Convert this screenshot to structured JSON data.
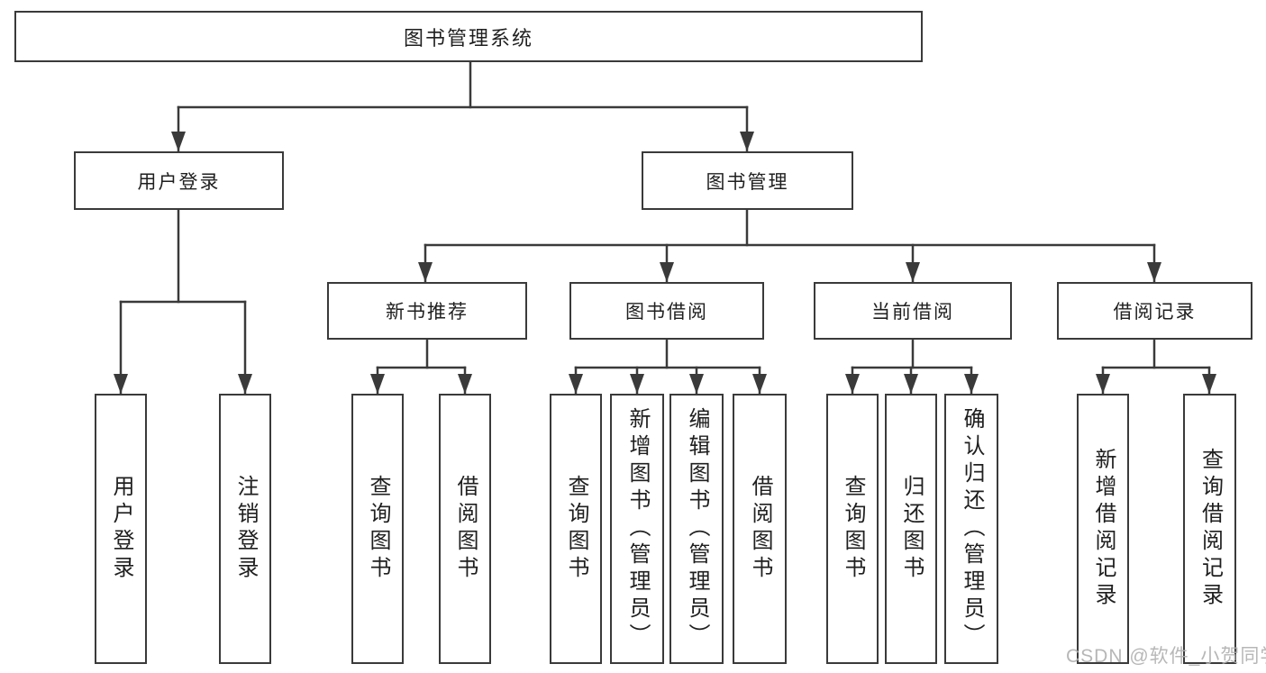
{
  "tree": {
    "root": "图书管理系统",
    "branches": [
      {
        "label": "用户登录"
      },
      {
        "label": "图书管理"
      }
    ],
    "categories": [
      {
        "label": "新书推荐"
      },
      {
        "label": "图书借阅"
      },
      {
        "label": "当前借阅"
      },
      {
        "label": "借阅记录"
      }
    ],
    "leaves": {
      "login": [
        "用户登录",
        "注销登录"
      ],
      "recommend": [
        "查询图书",
        "借阅图书"
      ],
      "borrow": [
        "查询图书",
        "新增图书（管理员）",
        "编辑图书（管理员）",
        "借阅图书"
      ],
      "current": [
        "查询图书",
        "归还图书",
        "确认归还（管理员）"
      ],
      "records": [
        "新增借阅记录",
        "查询借阅记录"
      ]
    }
  },
  "watermark": {
    "text": "CSDN @软件_小贺同学",
    "color": "#b0b0b0"
  },
  "colors": {
    "line": "#3a3a3a",
    "node_border": "#3a3a3a",
    "text": "#1f1f1f",
    "background": "#ffffff"
  }
}
